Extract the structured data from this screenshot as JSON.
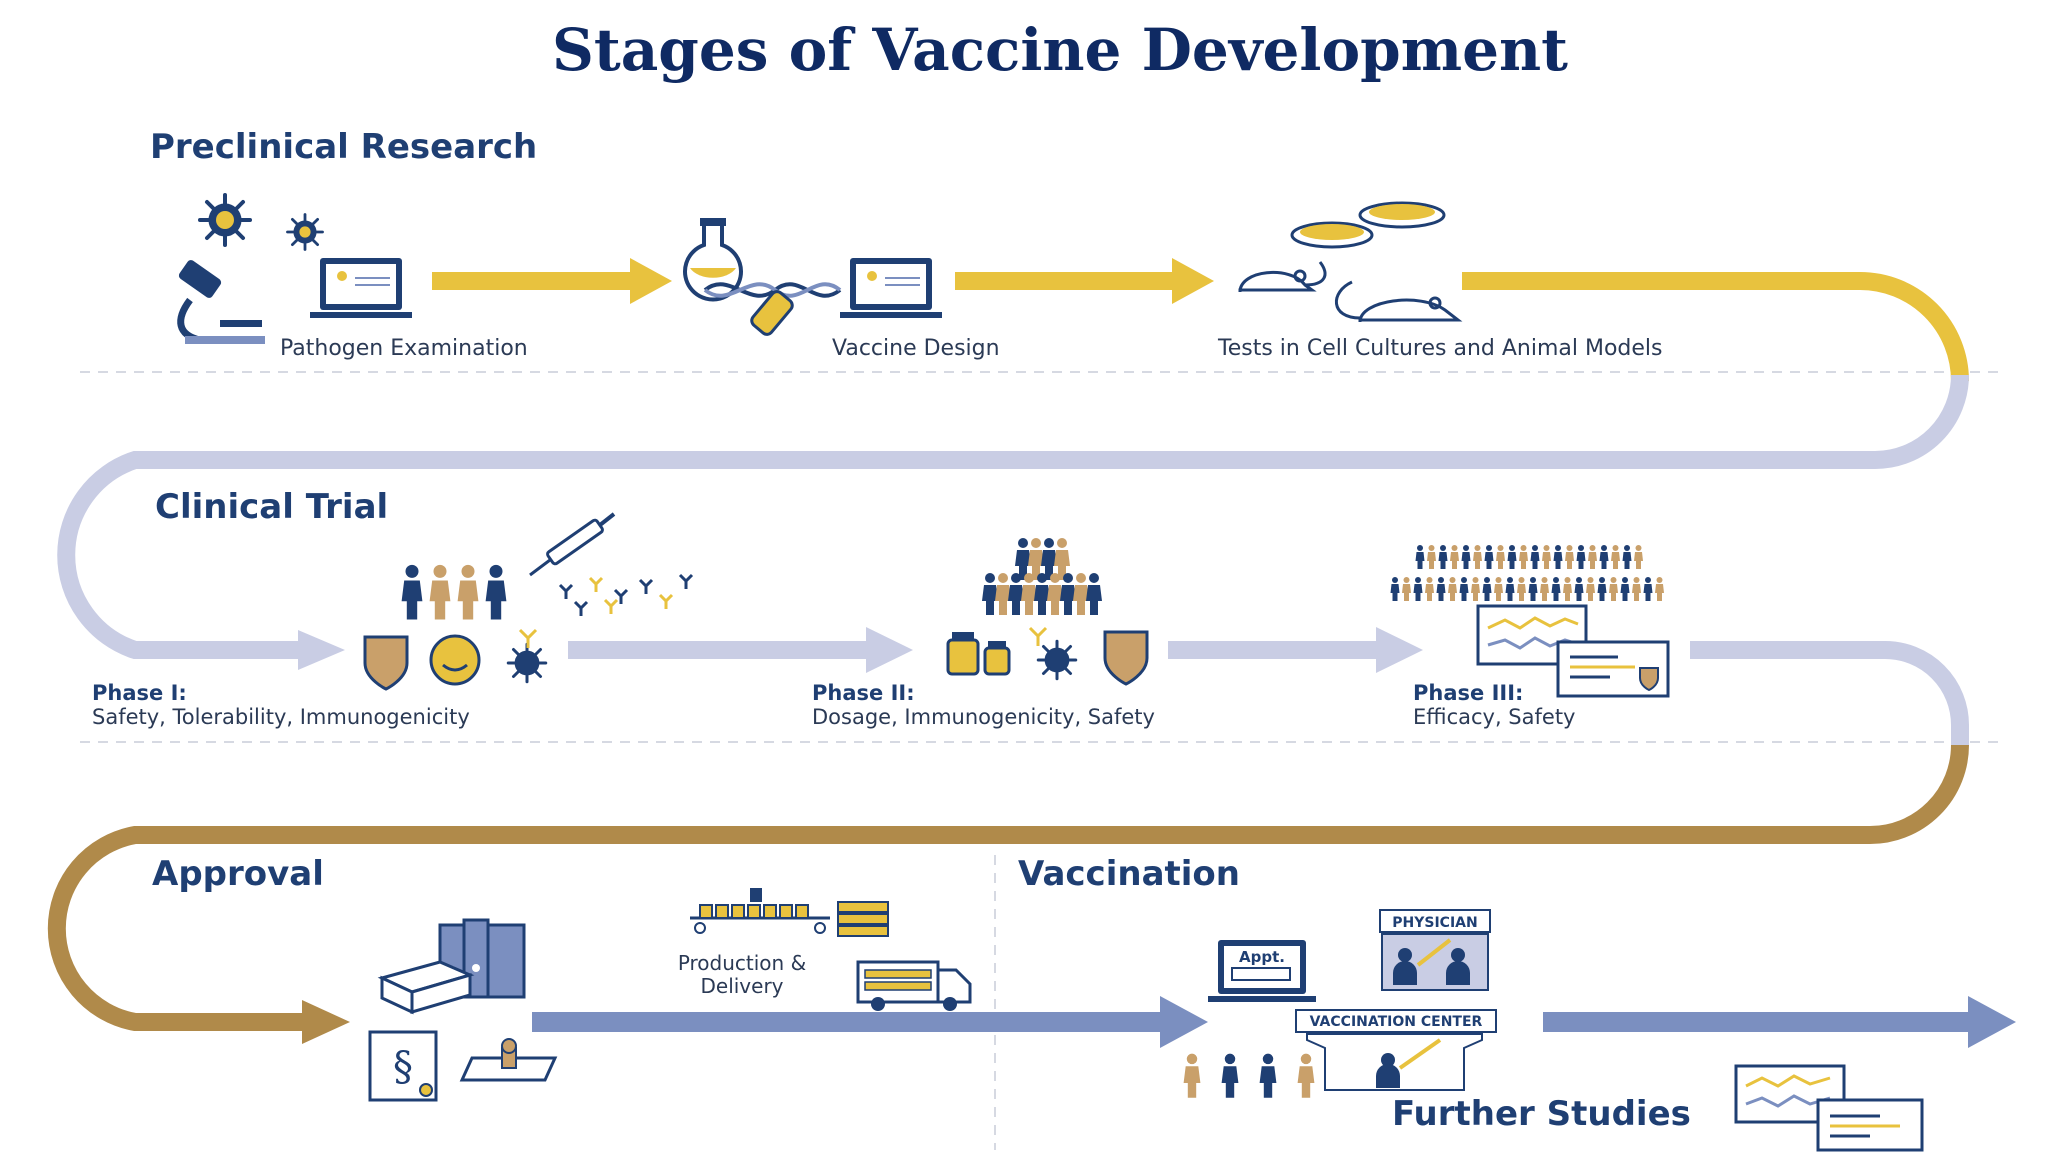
{
  "title": "Stages of Vaccine Development",
  "colors": {
    "navy": "#1f3f73",
    "gold": "#e8c23e",
    "lavender": "#c9cde4",
    "bronze": "#b08a4a",
    "slate_blue": "#7b8fc0",
    "tan": "#c9a06a"
  },
  "preclinical": {
    "heading": "Preclinical Research",
    "steps": [
      {
        "label": "Pathogen Examination",
        "icons": [
          "virus-icon",
          "microscope-icon",
          "computer-icon"
        ]
      },
      {
        "label": "Vaccine Design",
        "icons": [
          "flask-icon",
          "dna-icon",
          "test-tube-icon",
          "computer-icon"
        ]
      },
      {
        "label": "Tests in Cell Cultures and Animal Models",
        "icons": [
          "petri-dish-icon",
          "mouse-icon"
        ]
      }
    ]
  },
  "clinical": {
    "heading": "Clinical Trial",
    "phases": [
      {
        "name": "Phase I:",
        "desc": "Safety, Tolerability, Immunogenicity"
      },
      {
        "name": "Phase II:",
        "desc": "Dosage, Immunogenicity, Safety"
      },
      {
        "name": "Phase III:",
        "desc": "Efficacy, Safety"
      }
    ]
  },
  "approval": {
    "heading": "Approval",
    "production": [
      "Production &",
      "Delivery"
    ]
  },
  "vaccination": {
    "heading": "Vaccination",
    "appt": "Appt.",
    "physician": "PHYSICIAN",
    "center": "VACCINATION CENTER",
    "further": "Further Studies"
  }
}
